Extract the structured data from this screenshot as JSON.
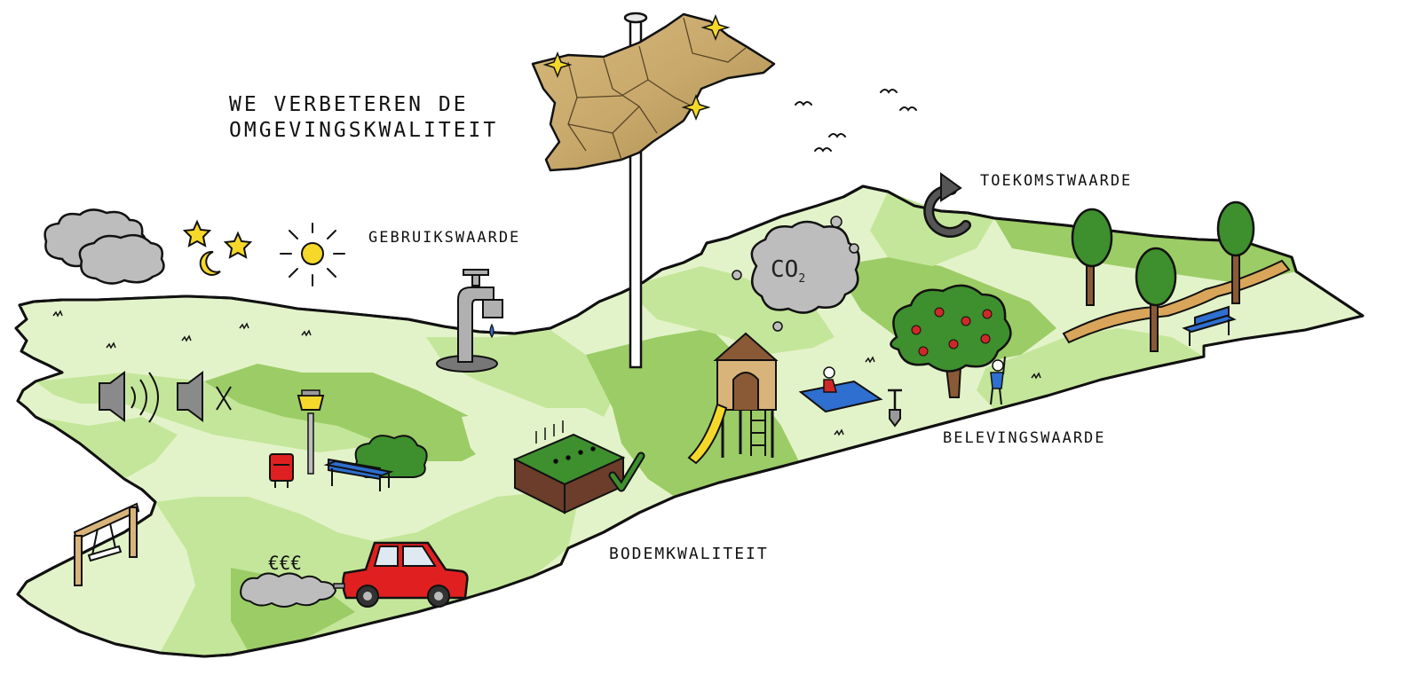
{
  "headline": {
    "line1": "WE VERBETEREN DE",
    "line2": "OMGEVINGSKWALITEIT"
  },
  "labels": {
    "gebruikswaarde": "GEBRUIKSWAARDE",
    "toekomstwaarde": "TOEKOMSTWAARDE",
    "belevingswaarde": "BELEVINGSWAARDE",
    "bodemkwaliteit": "BODEMKWALITEIT",
    "co2": "CO",
    "co2_subscript": "2",
    "euro": "€€€"
  },
  "colors": {
    "land_light": "#e3f3c9",
    "land_mid": "#c4e69a",
    "land_dark": "#9ccc66",
    "outline": "#111111",
    "flag_map": "#c8a96b",
    "sun": "#f5d82a",
    "car": "#e02020",
    "bench": "#2f6fd0",
    "tree_green": "#3e8f2e",
    "apple": "#d02828",
    "cloud": "#bdbdbd",
    "soil": "#6b3d2a",
    "path": "#d9a55a"
  },
  "icons": [
    "cloud-icon",
    "moon-icon",
    "star-icon",
    "sun-icon",
    "water-tap-icon",
    "flagpole-icon",
    "municipality-map-flag-icon",
    "bird-icon",
    "refresh-arrow-icon",
    "co2-cloud-icon",
    "tree-icon",
    "path-icon",
    "bench-icon",
    "apple-tree-icon",
    "person-icon",
    "picnic-blanket-icon",
    "shovel-icon",
    "playground-tower-icon",
    "slide-icon",
    "soil-block-icon",
    "checkmark-icon",
    "speaker-icon",
    "speaker-mute-icon",
    "street-lamp-icon",
    "mailbox-icon",
    "bush-icon",
    "swing-icon",
    "car-icon",
    "exhaust-smoke-icon"
  ]
}
